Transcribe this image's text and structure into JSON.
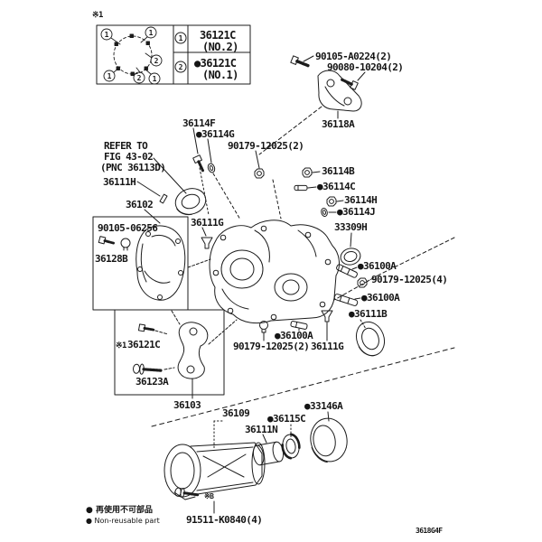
{
  "page": {
    "top_note": "※1",
    "footer_code": "3618G4F"
  },
  "legend_table": {
    "row1": {
      "callout": "1",
      "part": "36121C",
      "no": "(NO.2)"
    },
    "row2": {
      "callout": "2",
      "part": "●36121C",
      "no": "(NO.1)"
    },
    "cell_callouts": [
      "1",
      "1",
      "2",
      "1",
      "2",
      "1"
    ]
  },
  "labels": {
    "bolt_90105_a0224": "90105-A0224(2)",
    "bolt_90080_10204": "90080-10204(2)",
    "bracket_36118a": "36118A",
    "p36114f": "36114F",
    "p36114g": "●36114G",
    "nut_90179_12025_top": "90179-12025(2)",
    "refer_line1": "REFER TO",
    "refer_line2": "FIG 43-02",
    "refer_line3": "(PNC 36113D)",
    "p36111h": "36111H",
    "p36102": "36102",
    "p36114b": "36114B",
    "p36114c": "●36114C",
    "p36114h": "36114H",
    "p36114j": "●36114J",
    "p33309h": "33309H",
    "p36111g_upper": "36111G",
    "bolt_90105_06256": "90105-06256",
    "p36128b": "36128B",
    "p36100a_right1": "●36100A",
    "nut_90179_12025_right": "90179-12025(4)",
    "p36100a_right2": "●36100A",
    "p36111b": "●36111B",
    "p36100a_bottom": "●36100A",
    "nut_90179_12025_bottom": "90179-12025(2)",
    "p36111g_lower": "36111G",
    "note_36121c": "※1",
    "p36121c": "36121C",
    "p36123a": "36123A",
    "p36103": "36103",
    "p36109": "36109",
    "p33146a": "●33146A",
    "p36115c": "●36115C",
    "p36111n": "36111N",
    "note_b": "※B",
    "bolt_91511_k0840": "91511-K0840(4)"
  },
  "footnotes": {
    "line1_jp": "● 再使用不可部品",
    "line2_en": "● Non-reusable part"
  }
}
